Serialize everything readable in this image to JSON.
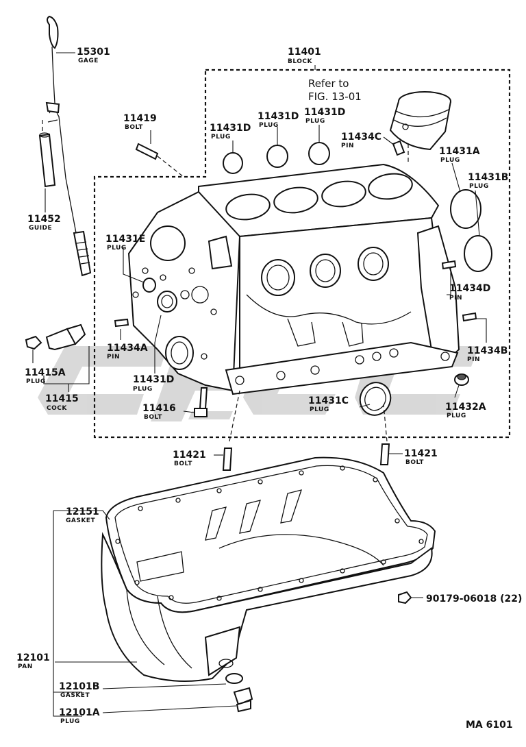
{
  "diagram": {
    "code": "MA 6101",
    "reference": {
      "line1": "Refer to",
      "line2": "FIG. 13-01"
    },
    "callouts": [
      {
        "id": "gage",
        "part_no": "15301",
        "name": "GAGE"
      },
      {
        "id": "block",
        "part_no": "11401",
        "name": "BLOCK"
      },
      {
        "id": "bolt-11419",
        "part_no": "11419",
        "name": "BOLT"
      },
      {
        "id": "plug-11431d-a",
        "part_no": "11431D",
        "name": "PLUG"
      },
      {
        "id": "plug-11431d-b",
        "part_no": "11431D",
        "name": "PLUG"
      },
      {
        "id": "plug-11431d-c",
        "part_no": "11431D",
        "name": "PLUG"
      },
      {
        "id": "pin-11434c",
        "part_no": "11434C",
        "name": "PIN"
      },
      {
        "id": "plug-11431a",
        "part_no": "11431A",
        "name": "PLUG"
      },
      {
        "id": "plug-11431b",
        "part_no": "11431B",
        "name": "PLUG"
      },
      {
        "id": "guide",
        "part_no": "11452",
        "name": "GUIDE"
      },
      {
        "id": "plug-11431e",
        "part_no": "11431E",
        "name": "PLUG"
      },
      {
        "id": "pin-11434d",
        "part_no": "11434D",
        "name": "PIN"
      },
      {
        "id": "pin-11434a",
        "part_no": "11434A",
        "name": "PIN"
      },
      {
        "id": "pin-11434b",
        "part_no": "11434B",
        "name": "PIN"
      },
      {
        "id": "plug-11415a",
        "part_no": "11415A",
        "name": "PLUG"
      },
      {
        "id": "plug-11431d-d",
        "part_no": "11431D",
        "name": "PLUG"
      },
      {
        "id": "cock",
        "part_no": "11415",
        "name": "COCK"
      },
      {
        "id": "plug-11431c",
        "part_no": "11431C",
        "name": "PLUG"
      },
      {
        "id": "plug-11432a",
        "part_no": "11432A",
        "name": "PLUG"
      },
      {
        "id": "bolt-11416",
        "part_no": "11416",
        "name": "BOLT"
      },
      {
        "id": "bolt-11421-a",
        "part_no": "11421",
        "name": "BOLT"
      },
      {
        "id": "bolt-11421-b",
        "part_no": "11421",
        "name": "BOLT"
      },
      {
        "id": "gasket-12151",
        "part_no": "12151",
        "name": "GASKET"
      },
      {
        "id": "bolt-90179",
        "part_no": "90179-06018 (22)",
        "name": ""
      },
      {
        "id": "pan",
        "part_no": "12101",
        "name": "PAN"
      },
      {
        "id": "gasket-12101b",
        "part_no": "12101B",
        "name": "GASKET"
      },
      {
        "id": "plug-12101a",
        "part_no": "12101A",
        "name": "PLUG"
      }
    ]
  },
  "colors": {
    "ink": "#111111",
    "paper": "#ffffff",
    "watermark": "#b9b9b9"
  }
}
